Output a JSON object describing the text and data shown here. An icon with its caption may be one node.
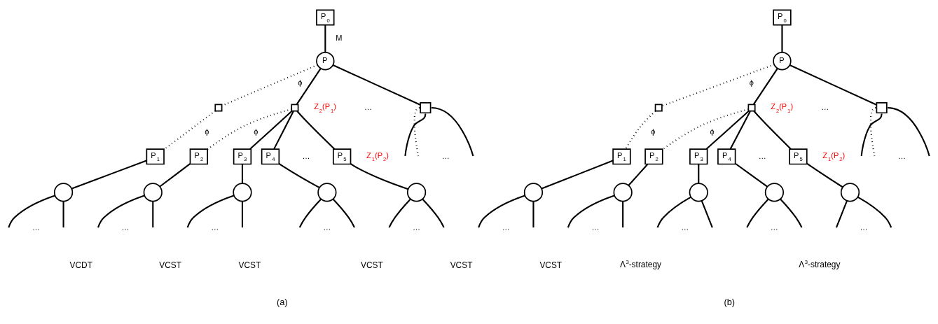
{
  "diagram": {
    "nodes": [
      {
        "text": [
          "P$_{0}$"
        ]
      },
      {
        "text": [
          "P"
        ]
      },
      {
        "text": [],
        "shape": "box"
      },
      {
        "text": [],
        "shape": "box"
      },
      {
        "text": [],
        "shape": "box"
      },
      {
        "text": [
          "P$_{1}$"
        ]
      },
      {
        "text": [
          "P$_{2}$"
        ]
      },
      {
        "text": [
          "P$_{3}$"
        ]
      },
      {
        "text": [
          "P$_{4}$"
        ]
      },
      {
        "text": [
          "P$_{5}$"
        ]
      },
      {
        "text": [],
        "shape": "circle"
      },
      {
        "text": [],
        "shape": "circle"
      },
      {
        "text": [],
        "shape": "circle"
      },
      {
        "text": [],
        "shape": "circle"
      },
      {
        "text": [],
        "shape": "circle"
      },
      {
        "text": [
          "P$_{0}$"
        ]
      },
      {
        "text": [
          "P"
        ]
      },
      {
        "text": [],
        "shape": "box"
      },
      {
        "text": [],
        "shape": "box"
      },
      {
        "text": [],
        "shape": "box"
      },
      {
        "text": [
          "P$_{1}$"
        ]
      },
      {
        "text": [
          "P$_{2}$"
        ]
      },
      {
        "text": [
          "P$_{3}$"
        ]
      },
      {
        "text": [
          "P$_{4}$"
        ]
      },
      {
        "text": [
          "P$_{5}$"
        ]
      },
      {
        "text": [],
        "shape": "circle"
      },
      {
        "text": [],
        "shape": "circle"
      },
      {
        "text": [],
        "shape": "circle"
      },
      {
        "text": [],
        "shape": "circle"
      },
      {
        "text": [],
        "shape": "circle"
      }
    ],
    "edges": [
      {
        "from": 0,
        "to": 1,
        "arrow": "none",
        "label": "M"
      },
      {
        "from": 1,
        "to": 2,
        "arrow": "none",
        "style": "dashed",
        "label": "ϕ"
      },
      {
        "from": 1,
        "to": 3,
        "arrow": "none"
      },
      {
        "from": 1,
        "to": 4,
        "arrow": "none"
      },
      {
        "from": 2,
        "to": 5,
        "arrow": "none",
        "style": "dashed",
        "label": "ϕ"
      },
      {
        "from": 3,
        "to": 6,
        "arrow": "none",
        "style": "dashed",
        "label": "ϕ"
      },
      {
        "from": 3,
        "to": 7,
        "arrow": "none"
      },
      {
        "from": 3,
        "to": 8,
        "arrow": "none"
      },
      {
        "from": 3,
        "to": 9,
        "arrow": "none"
      },
      {
        "from": 4,
        "to": null,
        "arrow": "none"
      },
      {
        "from": 4,
        "to": null,
        "arrow": "none",
        "style": "dashed"
      },
      {
        "from": 4,
        "to": null,
        "arrow": "none"
      },
      {
        "from": 5,
        "to": 10,
        "arrow": "none"
      },
      {
        "from": 6,
        "to": 11,
        "arrow": "none"
      },
      {
        "from": 7,
        "to": 12,
        "arrow": "none"
      },
      {
        "from": 8,
        "to": 13,
        "arrow": "none"
      },
      {
        "from": 9,
        "to": 14,
        "arrow": "none"
      },
      {
        "from": 10,
        "to": null,
        "arrow": "none"
      },
      {
        "from": 10,
        "to": null,
        "arrow": "none"
      },
      {
        "from": 11,
        "to": null,
        "arrow": "none"
      },
      {
        "from": 11,
        "to": null,
        "arrow": "none"
      },
      {
        "from": 12,
        "to": null,
        "arrow": "none"
      },
      {
        "from": 12,
        "to": null,
        "arrow": "none"
      },
      {
        "from": 13,
        "to": null,
        "arrow": "none"
      },
      {
        "from": 13,
        "to": null,
        "arrow": "none"
      },
      {
        "from": 14,
        "to": null,
        "arrow": "none"
      },
      {
        "from": 14,
        "to": null,
        "arrow": "none"
      },
      {
        "from": 15,
        "to": 16,
        "arrow": "none"
      },
      {
        "from": 16,
        "to": 17,
        "arrow": "none",
        "style": "dashed",
        "label": "ϕ"
      },
      {
        "from": 16,
        "to": 18,
        "arrow": "none"
      },
      {
        "from": 16,
        "to": 19,
        "arrow": "none"
      },
      {
        "from": 17,
        "to": 20,
        "arrow": "none",
        "style": "dashed",
        "label": "ϕ"
      },
      {
        "from": 18,
        "to": 21,
        "arrow": "none",
        "style": "dashed",
        "label": "ϕ"
      },
      {
        "from": 18,
        "to": 22,
        "arrow": "none"
      },
      {
        "from": 18,
        "to": 23,
        "arrow": "none"
      },
      {
        "from": 18,
        "to": 24,
        "arrow": "none"
      },
      {
        "from": 19,
        "to": null,
        "arrow": "none"
      },
      {
        "from": 19,
        "to": null,
        "arrow": "none",
        "style": "dashed"
      },
      {
        "from": 19,
        "to": null,
        "arrow": "none"
      },
      {
        "from": 20,
        "to": 25,
        "arrow": "none"
      },
      {
        "from": 21,
        "to": 26,
        "arrow": "none"
      },
      {
        "from": 22,
        "to": 27,
        "arrow": "none"
      },
      {
        "from": 23,
        "to": 28,
        "arrow": "none"
      },
      {
        "from": 24,
        "to": 29,
        "arrow": "none"
      },
      {
        "from": 25,
        "to": null,
        "arrow": "none"
      },
      {
        "from": 25,
        "to": null,
        "arrow": "none"
      },
      {
        "from": 26,
        "to": null,
        "arrow": "none"
      },
      {
        "from": 26,
        "to": null,
        "arrow": "none"
      },
      {
        "from": 27,
        "to": null,
        "arrow": "none"
      },
      {
        "from": 27,
        "to": null,
        "arrow": "none"
      },
      {
        "from": 28,
        "to": null,
        "arrow": "none"
      },
      {
        "from": 28,
        "to": null,
        "arrow": "none"
      },
      {
        "from": 29,
        "to": null,
        "arrow": "none"
      },
      {
        "from": 29,
        "to": null,
        "arrow": "none"
      }
    ],
    "labels": [
      "Z$_{2}$(P$_{1}$)",
      "…",
      "…",
      "Z$_{1}$(P$_{2}$)",
      "…",
      "…",
      "…",
      "…",
      "…",
      "…",
      "VCDT",
      "VCST",
      "VCST",
      "VCST",
      "VCST",
      "(a)",
      "Z$_{2}$(P$_{1}$)",
      "…",
      "…",
      "Z$_{1}$(P$_{2}$)",
      "…",
      "…",
      "…",
      "…",
      "…",
      "…",
      "VCST",
      "Λ$^{3}$-strategy",
      "Λ$^{3}$-strategy",
      "(b)"
    ]
  }
}
